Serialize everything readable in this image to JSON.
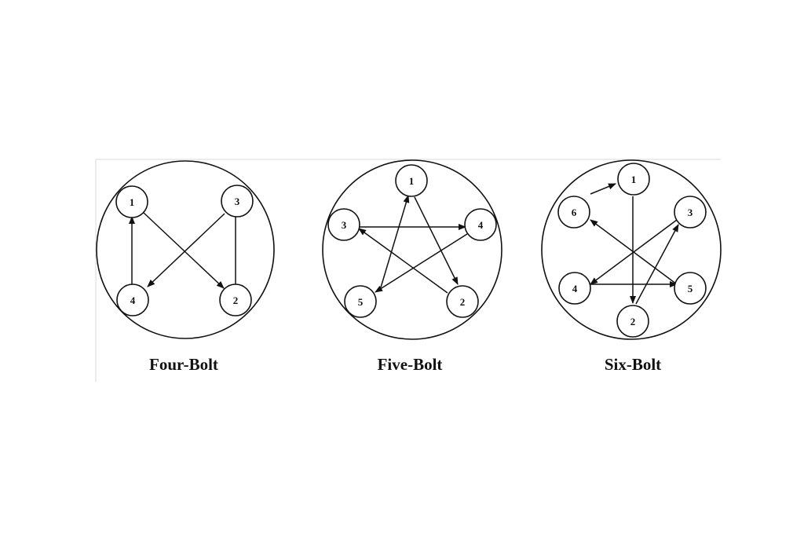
{
  "diagrams": [
    {
      "caption": "Four-Bolt",
      "bolts": [
        {
          "label": "1"
        },
        {
          "label": "3"
        },
        {
          "label": "4"
        },
        {
          "label": "2"
        }
      ],
      "sequence": [
        "1",
        "2",
        "3",
        "4",
        "1"
      ]
    },
    {
      "caption": "Five-Bolt",
      "bolts": [
        {
          "label": "1"
        },
        {
          "label": "3"
        },
        {
          "label": "4"
        },
        {
          "label": "5"
        },
        {
          "label": "2"
        }
      ],
      "sequence": [
        "1",
        "2",
        "3",
        "4",
        "5",
        "1"
      ]
    },
    {
      "caption": "Six-Bolt",
      "bolts": [
        {
          "label": "1"
        },
        {
          "label": "6"
        },
        {
          "label": "3"
        },
        {
          "label": "4"
        },
        {
          "label": "5"
        },
        {
          "label": "2"
        }
      ],
      "sequence": [
        "1",
        "2",
        "3",
        "4",
        "5",
        "6",
        "1"
      ]
    }
  ]
}
